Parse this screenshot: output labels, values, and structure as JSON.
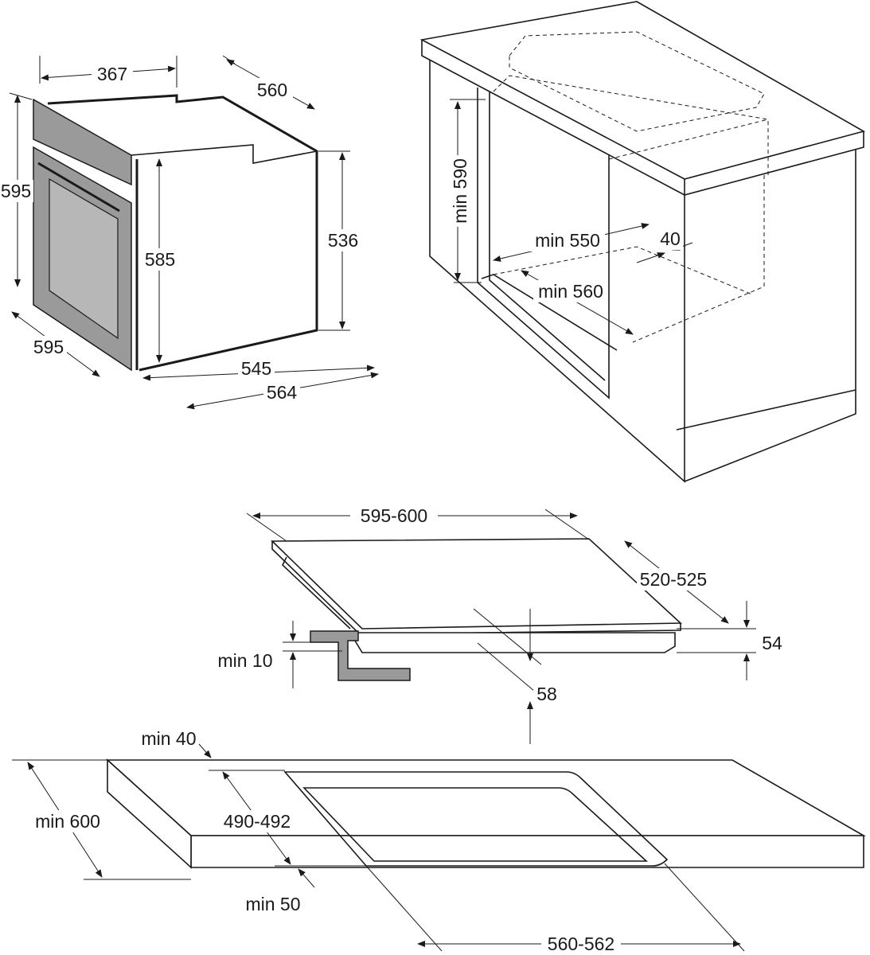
{
  "oven": {
    "depth_top": "367",
    "width_top": "560",
    "height_front": "595",
    "height_inner": "585",
    "height_side": "536",
    "width_front": "595",
    "depth_body": "545",
    "depth_total": "564"
  },
  "cabinet": {
    "min_height": "min 590",
    "min_width": "min 550",
    "vent_gap": "40",
    "min_depth": "min 560"
  },
  "hob": {
    "width": "595-600",
    "depth": "520-525",
    "height": "54",
    "min_clearance": "min 10",
    "insert_depth": "58"
  },
  "countertop": {
    "min_back": "min 40",
    "min_depth": "min 600",
    "cutout_depth": "490-492",
    "min_front": "min 50",
    "cutout_width": "560-562"
  }
}
